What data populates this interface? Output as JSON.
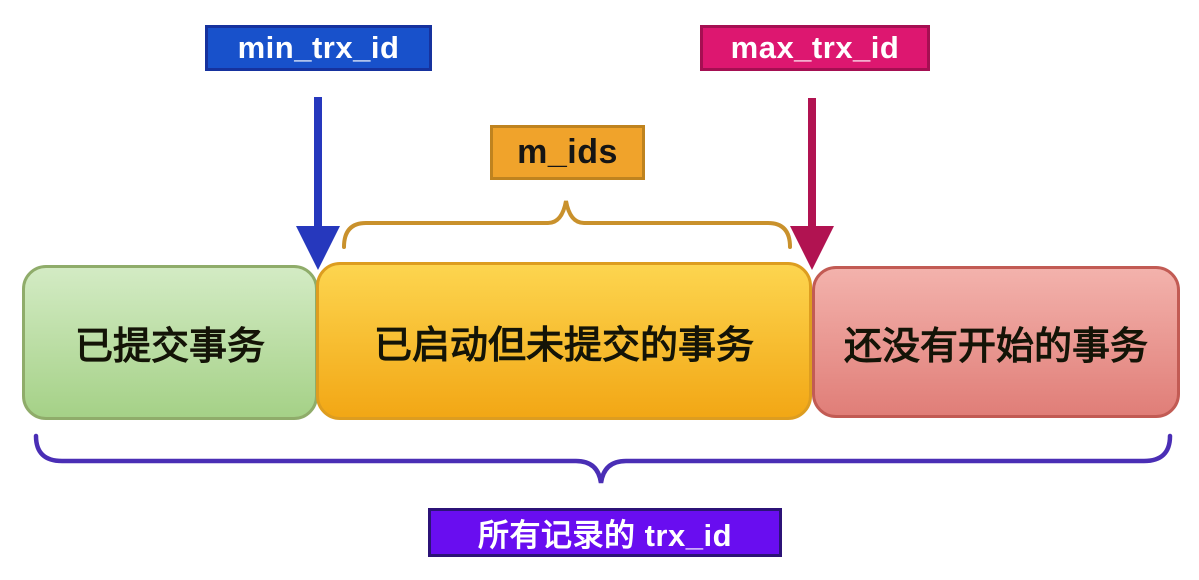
{
  "labels": {
    "min_trx_id": "min_trx_id",
    "max_trx_id": "max_trx_id",
    "m_ids": "m_ids",
    "all_records": "所有记录的 trx_id"
  },
  "boxes": [
    {
      "label": "已提交事务"
    },
    {
      "label": "已启动但未提交的事务"
    },
    {
      "label": "还没有开始的事务"
    }
  ],
  "colors": {
    "min_tag_bg": "#1851cb",
    "min_arrow": "#2638bd",
    "max_tag_bg": "#dd1770",
    "max_arrow": "#b11351",
    "m_ids_tag_bg": "#f0a32b",
    "m_ids_brace": "#c9912c",
    "committed_box": "#a5d187",
    "active_box": "#f2a715",
    "notstarted_box": "#e07e78",
    "all_records_brace": "#4a2eb5",
    "all_records_tag_bg": "#690df0"
  }
}
